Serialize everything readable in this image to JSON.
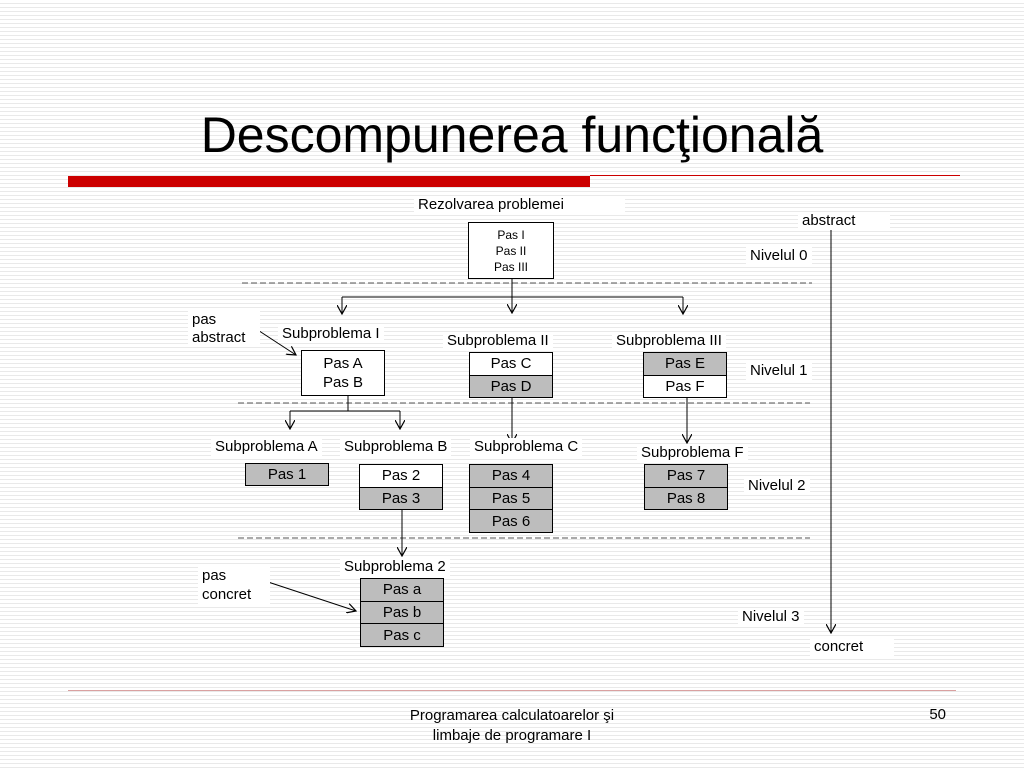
{
  "slide": {
    "title": "Descompunerea funcţională",
    "footer_line1": "Programarea calculatoarelor şi",
    "footer_line2": "limbaje de programare I",
    "page_number": "50"
  },
  "diagram": {
    "root_label": "Rezolvarea problemei",
    "root_steps": [
      "Pas I",
      "Pas II",
      "Pas III"
    ],
    "scale": {
      "top": "abstract",
      "bottom": "concret"
    },
    "levels": [
      "Nivelul 0",
      "Nivelul 1",
      "Nivelul 2",
      "Nivelul 3"
    ],
    "notes": {
      "abstract_line1": "pas",
      "abstract_line2": "abstract",
      "concrete_line1": "pas",
      "concrete_line2": "concret"
    },
    "level1": [
      {
        "label": "Subproblema I",
        "steps": [
          "Pas A",
          "Pas B"
        ]
      },
      {
        "label": "Subproblema II",
        "steps": [
          "Pas C",
          "Pas D"
        ]
      },
      {
        "label": "Subproblema III",
        "steps": [
          "Pas E",
          "Pas F"
        ]
      }
    ],
    "level2": [
      {
        "label": "Subproblema A",
        "steps": [
          "Pas 1"
        ]
      },
      {
        "label": "Subproblema B",
        "steps": [
          "Pas 2",
          "Pas 3"
        ]
      },
      {
        "label": "Subproblema C",
        "steps": [
          "Pas 4",
          "Pas 5",
          "Pas 6"
        ]
      },
      {
        "label": "Subproblema F",
        "steps": [
          "Pas 7",
          "Pas 8"
        ]
      }
    ],
    "level3": [
      {
        "label": "Subproblema 2",
        "steps": [
          "Pas a",
          "Pas b",
          "Pas c"
        ]
      }
    ]
  }
}
